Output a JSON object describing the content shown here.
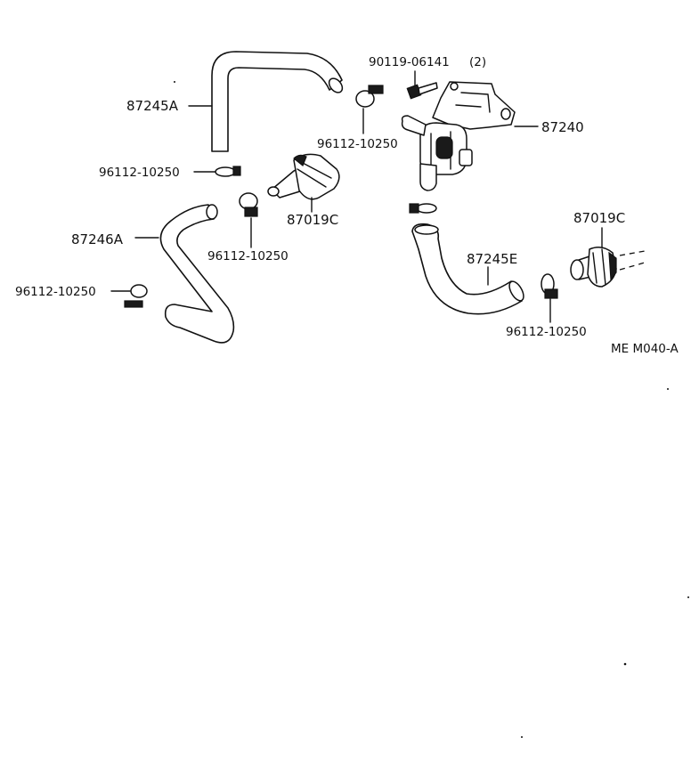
{
  "labels": {
    "hose_87245A": "87245A",
    "clamp_left_top": "96112-10250",
    "hose_87246A": "87246A",
    "clamp_left_bottom": "96112-10250",
    "clamp_center_top": "96112-10250",
    "clamp_center_below": "96112-10250",
    "grommet_left": "87019C",
    "bolt": "90119-06141",
    "bolt_qty": "(2)",
    "valve": "87240",
    "hose_87245E": "87245E",
    "grommet_right": "87019C",
    "clamp_right": "96112-10250",
    "diagram_code": "ME M040-A"
  },
  "icons": {
    "clamp": "hose-clamp-icon",
    "bolt": "bolt-icon",
    "valve": "water-valve-icon",
    "grommet": "grommet-icon"
  }
}
